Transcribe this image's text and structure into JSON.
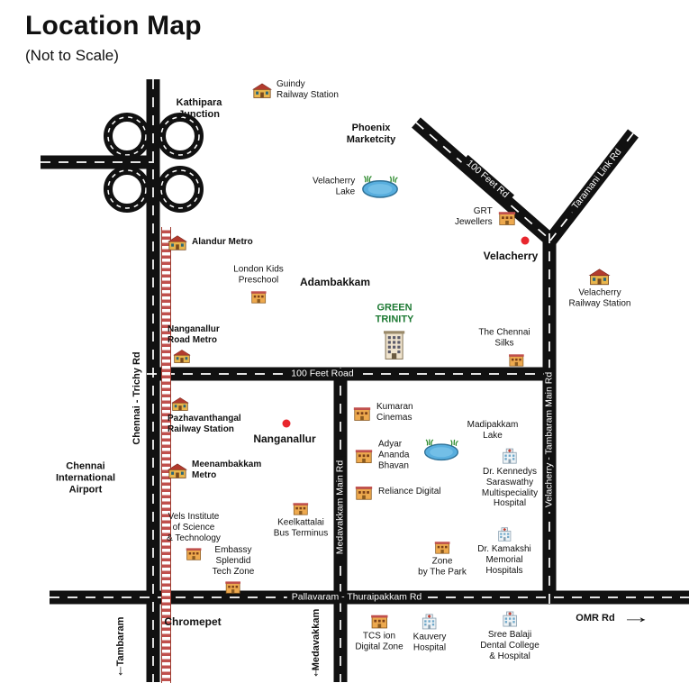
{
  "header": {
    "title": "Location Map",
    "subtitle": "(Not to Scale)"
  },
  "roads": {
    "feet_road_100": "100 Feet Road",
    "feet_rd_100": "100 Feet Rd",
    "taramani": "Taramani Link Rd",
    "medavakkam_main": "Medavakkam Main Rd",
    "velacherry_tambaram": "Velacherry - Tambaram Main Rd",
    "pallavaram": "Pallavaram - Thuraipakkam Rd",
    "chennai_trichy": "Chennai - Trichy Rd",
    "omr": "OMR Rd",
    "tambaram": "Tambaram",
    "medavakkam": "Medavakkam"
  },
  "places": {
    "kathipara": "Kathipara\nJunction",
    "phoenix": "Phoenix\nMarketcity",
    "velacherry": "Velacherry",
    "adambakkam": "Adambakkam",
    "nanganallur": "Nanganallur",
    "chromepet": "Chromepet",
    "airport": "Chennai\nInternational\nAirport",
    "green_trinity": "GREEN\nTRINITY"
  },
  "pois": {
    "guindy": "Guindy\nRailway Station",
    "velacherry_lake": "Velacherry\nLake",
    "grt": "GRT\nJewellers",
    "velacherry_rly": "Velacherry\nRailway Station",
    "alandur": "Alandur Metro",
    "london_kids": "London Kids\nPreschool",
    "nanganallur_metro": "Nanganallur\nRoad Metro",
    "chennai_silks": "The Chennai\nSilks",
    "kumaran": "Kumaran\nCinemas",
    "pazhavanthangal": "Pazhavanthangal\nRailway Station",
    "madipakkam_lake": "Madipakkam\nLake",
    "adyar": "Adyar\nAnanda\nBhavan",
    "kennedys": "Dr. Kennedys\nSaraswathy\nMultispeciality\nHospital",
    "meenambakkam": "Meenambakkam\nMetro",
    "reliance": "Reliance Digital",
    "keelkattalai": "Keelkattalai\nBus Terminus",
    "vels": "Vels Institute\nof Science\n& Technology",
    "embassy": "Embassy\nSplendid\nTech Zone",
    "zone_park": "Zone\nby The Park",
    "kamakshi": "Dr. Kamakshi\nMemorial\nHospitals",
    "tcs": "TCS ion\nDigital Zone",
    "kauvery": "Kauvery\nHospital",
    "sree_balaji": "Sree Balaji\nDental College\n& Hospital"
  },
  "arrows": {
    "down": "↓",
    "right": "→"
  },
  "icons": {
    "station": "building-with-red-roof",
    "building": "shop-building",
    "hospital": "building-with-red-cross",
    "lake": "blue-pond-with-grass",
    "tower": "apartment-building",
    "marker": "red-dot"
  },
  "colors": {
    "road": "#111111",
    "railway": "#c0504d",
    "green": "#1e7a34",
    "marker": "#e8262d"
  }
}
